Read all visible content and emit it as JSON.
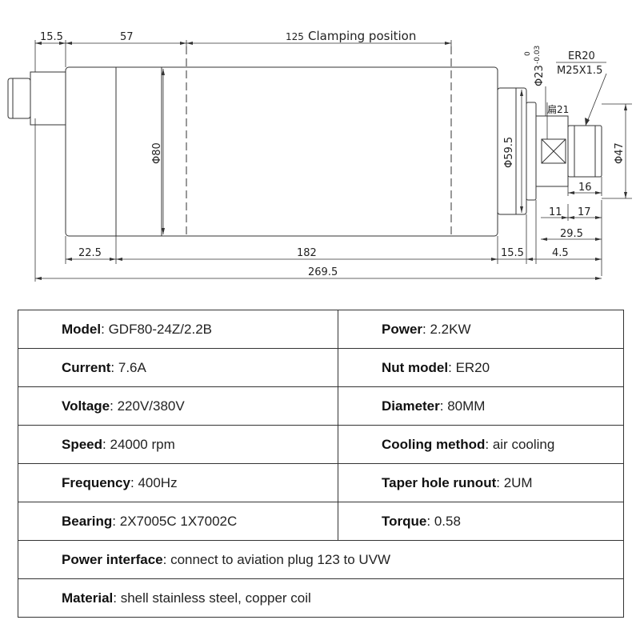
{
  "drawing": {
    "dims": {
      "d_15_5_top": "15.5",
      "d_57": "57",
      "d_125": "125",
      "clamping_label": "Clamping position",
      "d_phi23": "Φ23",
      "d_phi23_tol_upper": "0",
      "d_phi23_tol_lower": "-0.03",
      "er20": "ER20",
      "m25": "M25X1.5",
      "flat21": "扁21",
      "d_phi80": "Φ80",
      "d_phi59_5": "Φ59.5",
      "d_phi47": "Φ47",
      "d_16": "16",
      "d_11": "11",
      "d_17": "17",
      "d_29_5": "29.5",
      "d_22_5": "22.5",
      "d_182": "182",
      "d_15_5_bottom": "15.5",
      "d_4_5": "4.5",
      "d_269_5": "269.5"
    }
  },
  "specs": {
    "rows": [
      [
        {
          "label": "Model",
          "value": "GDF80-24Z/2.2B"
        },
        {
          "label": "Power",
          "value": "2.2KW"
        }
      ],
      [
        {
          "label": "Current",
          "value": "7.6A"
        },
        {
          "label": "Nut model",
          "value": "ER20"
        }
      ],
      [
        {
          "label": "Voltage",
          "value": "220V/380V"
        },
        {
          "label": "Diameter",
          "value": "80MM"
        }
      ],
      [
        {
          "label": "Speed",
          "value": "24000 rpm"
        },
        {
          "label": "Cooling method",
          "value": "air cooling"
        }
      ],
      [
        {
          "label": "Frequency",
          "value": "400Hz"
        },
        {
          "label": "Taper hole runout",
          "value": "2UM"
        }
      ],
      [
        {
          "label": "Bearing",
          "value": "2X7005C 1X7002C"
        },
        {
          "label": "Torque",
          "value": "0.58"
        }
      ],
      [
        {
          "label": "Power interface",
          "value": "connect to aviation plug 123 to UVW"
        }
      ],
      [
        {
          "label": "Material",
          "value": "shell stainless steel, copper coil"
        }
      ]
    ]
  }
}
